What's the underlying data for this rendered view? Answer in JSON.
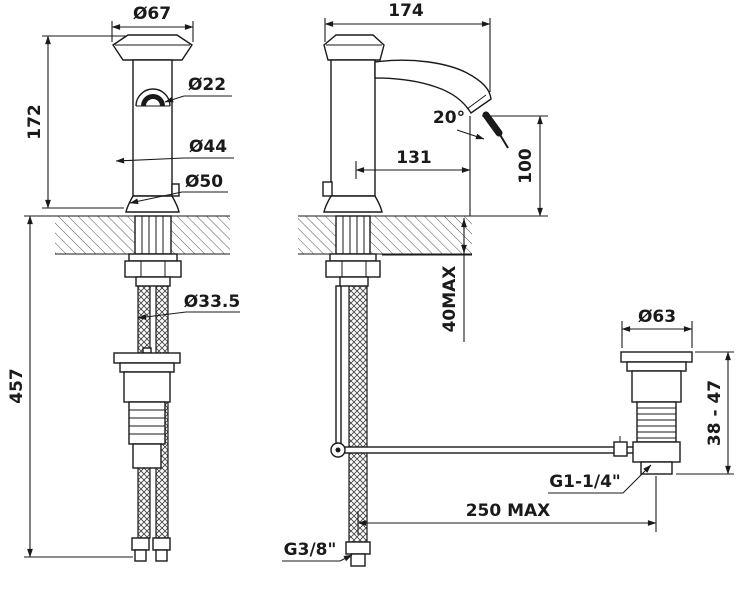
{
  "labels": {
    "dia67": "Ø67",
    "dia22": "Ø22",
    "height172": "172",
    "dia44": "Ø44",
    "dia50": "Ø50",
    "dia33_5": "Ø33.5",
    "height457": "457",
    "width174": "174",
    "angle20": "20°",
    "width131": "131",
    "height100": "100",
    "max40": "40MAX",
    "dia63": "Ø63",
    "thread_g1_14": "G1-1/4\"",
    "max250": "250 MAX",
    "range38_47": "38 - 47",
    "thread_g38": "G3/8\""
  },
  "colors": {
    "line": "#1a1a1a",
    "background": "#ffffff"
  }
}
